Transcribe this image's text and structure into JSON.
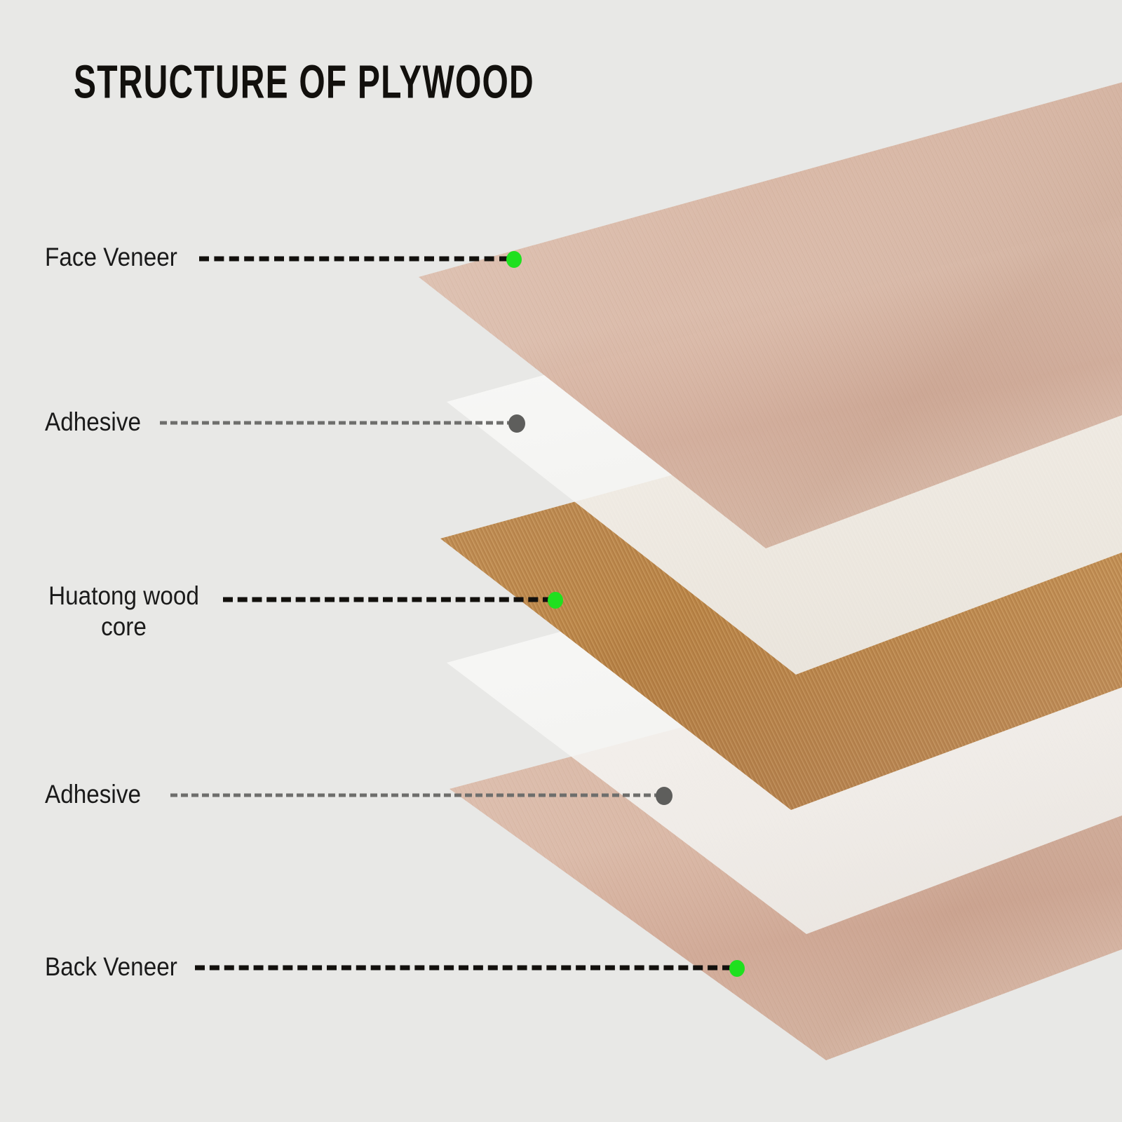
{
  "title": "STRUCTURE OF PLYWOOD",
  "background_color": "#e8e8e6",
  "colors": {
    "accent_green": "#1fe01f",
    "adhesive_gray": "#5e5e5c",
    "label_text": "#1a1a1a",
    "title_text": "#12100d",
    "face_veneer": "#d8b7a4",
    "core_wood": "#c08c4e",
    "adhesive_sheet": "#f7f7f5",
    "back_veneer": "#d6b3a2"
  },
  "layers": [
    {
      "id": "face-veneer",
      "label": "Face Veneer",
      "label_lines": [
        "Face Veneer"
      ],
      "marker_color": "green",
      "leader_style": "dark",
      "material": "wood-veneer"
    },
    {
      "id": "adhesive-top",
      "label": "Adhesive",
      "label_lines": [
        "Adhesive"
      ],
      "marker_color": "gray",
      "leader_style": "gray",
      "material": "glue-sheet"
    },
    {
      "id": "huatong-wood-core",
      "label": "Huatong wood core",
      "label_lines": [
        "Huatong wood",
        "core"
      ],
      "marker_color": "green",
      "leader_style": "dark",
      "material": "wood-core"
    },
    {
      "id": "adhesive-bottom",
      "label": "Adhesive",
      "label_lines": [
        "Adhesive"
      ],
      "marker_color": "gray",
      "leader_style": "gray",
      "material": "glue-sheet"
    },
    {
      "id": "back-veneer",
      "label": "Back Veneer",
      "label_lines": [
        "Back Veneer"
      ],
      "marker_color": "green",
      "leader_style": "dark",
      "material": "wood-veneer"
    }
  ],
  "labels": {
    "face_veneer": "Face Veneer",
    "adhesive_top": "Adhesive",
    "core_line1": "Huatong wood",
    "core_line2": "core",
    "adhesive_bottom": "Adhesive",
    "back_veneer": "Back Veneer"
  }
}
